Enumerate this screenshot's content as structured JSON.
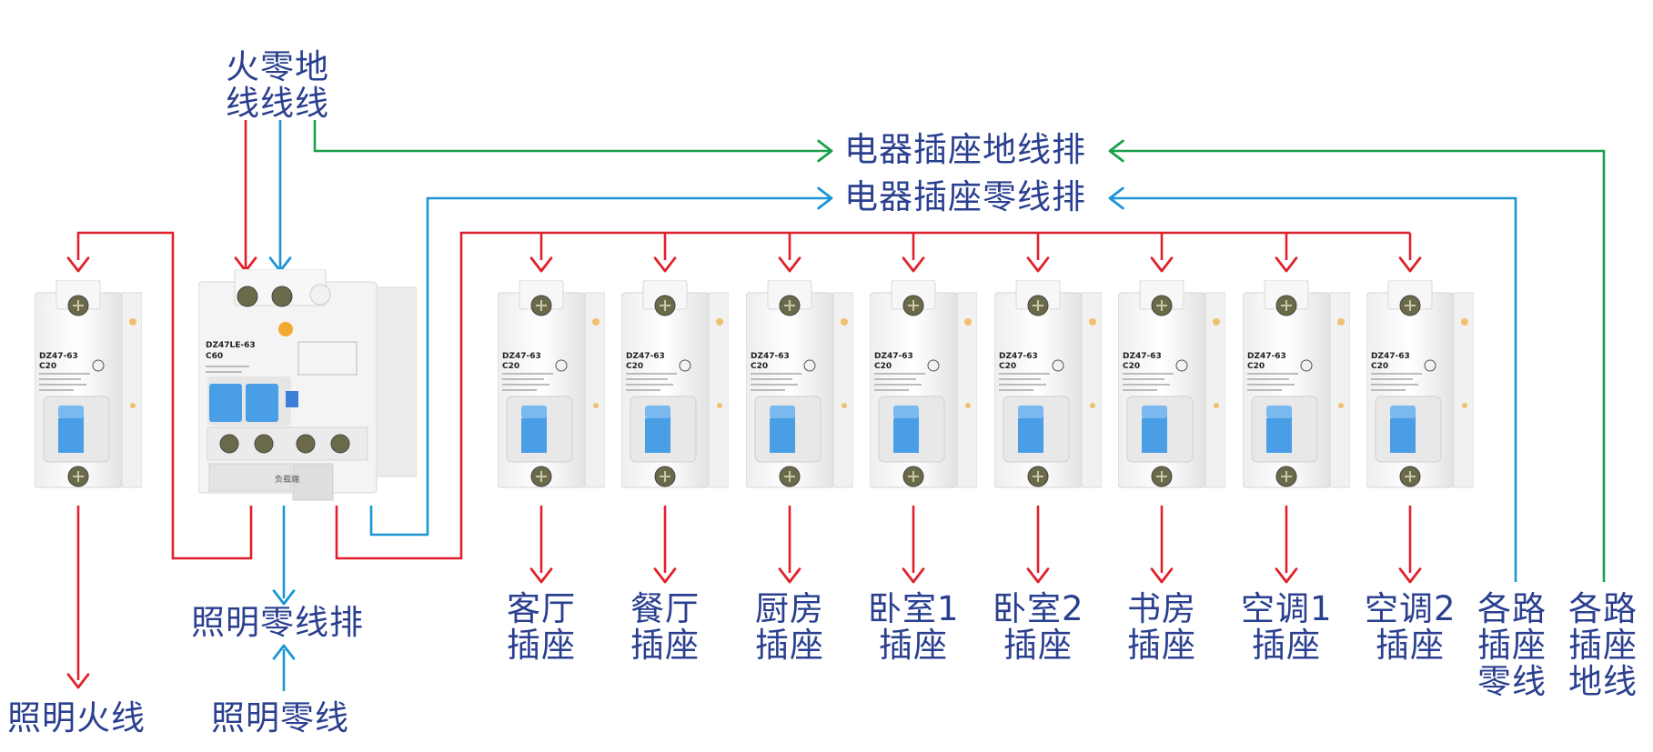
{
  "colors": {
    "live": "#e0202a",
    "neutral": "#1a95d4",
    "earth": "#19a04a",
    "text": "#2a3f8f",
    "toggle": "#4a9ee6"
  },
  "icons": {
    "mcb": "miniature-breaker-icon",
    "rcbo": "leakage-breaker-icon",
    "arrow": "arrow-head-icon"
  },
  "labels": {
    "source_top": "火零地",
    "source_bottom": "线线线",
    "earth_bar": "电器插座地线排",
    "neutral_bar": "电器插座零线排",
    "light_neutral_bar": "照明零线排",
    "light_neutral": "照明零线",
    "light_live": "照明火线",
    "socket_neutral": [
      "各路",
      "插座",
      "零线"
    ],
    "socket_earth": [
      "各路",
      "插座",
      "地线"
    ]
  },
  "breaker": {
    "model": "DZ47-63",
    "rating": "C20",
    "rcbo_model": "DZ47LE-63",
    "rcbo_rating": "C60",
    "rcbo_tag": "负载端"
  },
  "circuits": [
    {
      "line1": "客厅",
      "line2": "插座"
    },
    {
      "line1": "餐厅",
      "line2": "插座"
    },
    {
      "line1": "厨房",
      "line2": "插座"
    },
    {
      "line1": "卧室1",
      "line2": "插座"
    },
    {
      "line1": "卧室2",
      "line2": "插座"
    },
    {
      "line1": "书房",
      "line2": "插座"
    },
    {
      "line1": "空调1",
      "line2": "插座"
    },
    {
      "line1": "空调2",
      "line2": "插座"
    }
  ]
}
